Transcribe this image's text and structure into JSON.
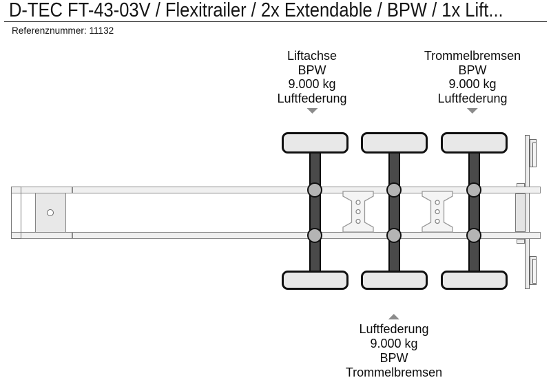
{
  "header": {
    "title": "D-TEC FT-43-03V / Flexitrailer / 2x Extendable / BPW / 1x Lift...",
    "reference": "Referenznummer: 11132"
  },
  "labels": {
    "lift_axle": {
      "line1": "Liftachse",
      "line2": "BPW",
      "line3": "9.000 kg",
      "line4": "Luftfederung"
    },
    "rear_axle": {
      "line1": "Trommelbremsen",
      "line2": "BPW",
      "line3": "9.000 kg",
      "line4": "Luftfederung"
    },
    "middle_axle": {
      "line1": "Luftfederung",
      "line2": "9.000 kg",
      "line3": "BPW",
      "line4": "Trommelbremsen"
    }
  },
  "icons": {
    "arrow_down": "triangle-pointing-down",
    "arrow_up": "triangle-pointing-up"
  },
  "colors": {
    "background": "#ffffff",
    "text": "#1a1a1a",
    "arrow_gray": "#8c8c8c",
    "tire_fill": "#e8e8e8",
    "axle_bar": "#4a4a4a",
    "bellows_fill": "#b4b4b4",
    "rail_fill": "#f0f0f0",
    "rail_border": "#8a8a8a",
    "plate_fill": "#f4f4f4"
  }
}
